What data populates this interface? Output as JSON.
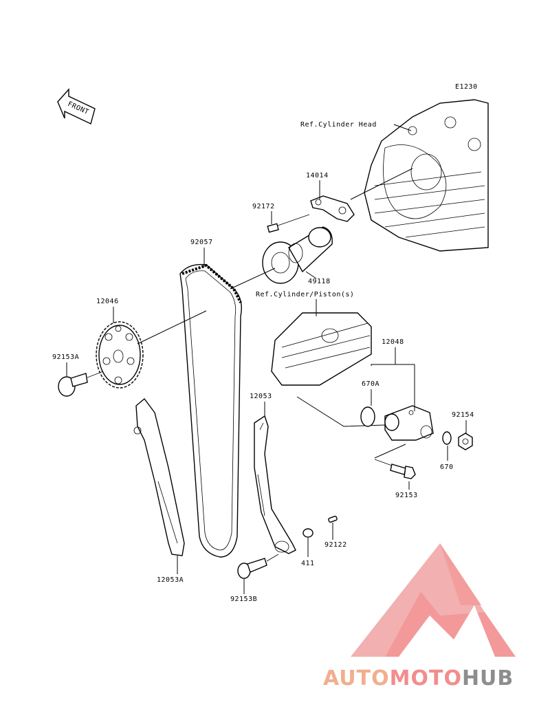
{
  "diagram": {
    "code": "E1230",
    "front_label": "FRONT",
    "refs": {
      "cylinder_head": "Ref.Cylinder Head",
      "cylinder_piston": "Ref.Cylinder/Piston(s)"
    },
    "parts": {
      "p14014": "14014",
      "p92172": "92172",
      "p92057": "92057",
      "p49118": "49118",
      "p12046": "12046",
      "p92153A": "92153A",
      "p12048": "12048",
      "p670A": "670A",
      "p92154": "92154",
      "p670": "670",
      "p92153": "92153",
      "p12053": "12053",
      "p92122": "92122",
      "p411": "411",
      "p12053A": "12053A",
      "p92153B": "92153B"
    }
  },
  "watermark": {
    "brand_part1": "AUTO",
    "brand_part2": "MOTO",
    "brand_part3": "HUB",
    "color_primary": "#f0a07a",
    "color_secondary": "#f07a7a",
    "color_dark": "#7a7a7a"
  }
}
